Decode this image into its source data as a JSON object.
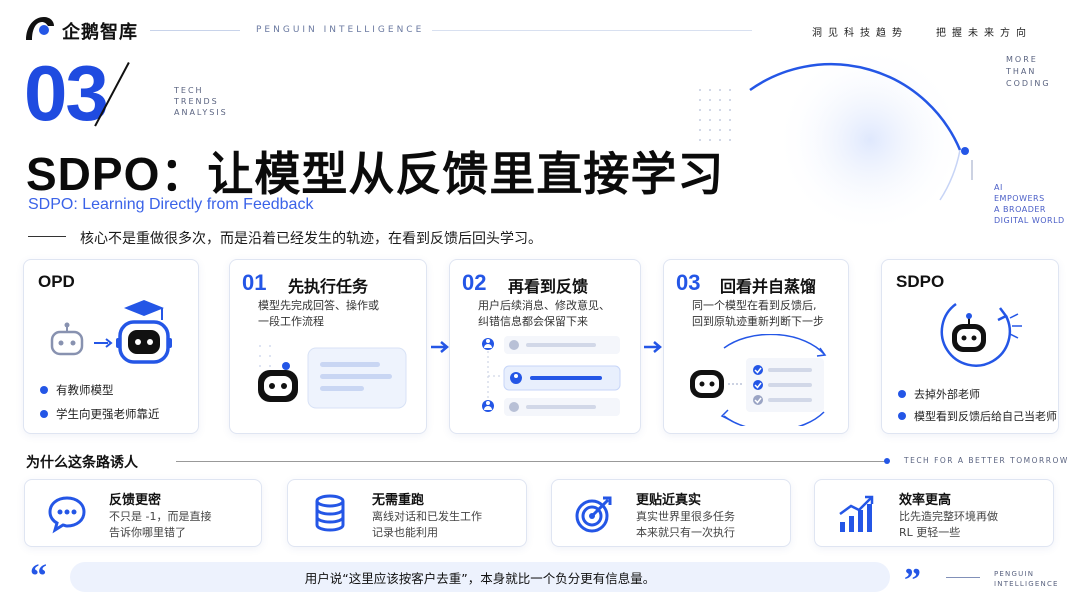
{
  "header": {
    "logo_text": "企鹅智库",
    "brand_en": "PENGUIN INTELLIGENCE",
    "slogan_left": "洞见科技趋势",
    "slogan_right": "把握未来方向",
    "more_lines": [
      "MORE",
      "THAN",
      "CODING"
    ],
    "ai_lines": [
      "AI",
      "EMPOWERS",
      "A BROADER",
      "DIGITAL WORLD"
    ]
  },
  "hero": {
    "number": "03",
    "tech_lines": [
      "TECH",
      "TRENDS",
      "ANALYSIS"
    ],
    "title": "SDPO：让模型从反馈里直接学习",
    "subtitle_en": "SDPO: Learning Directly from Feedback",
    "core": "核心不是重做很多次，而是沿着已经发生的轨迹，在看到反馈后回头学习。"
  },
  "opd": {
    "title": "OPD",
    "bullets": [
      "有教师模型",
      "学生向更强老师靠近"
    ]
  },
  "steps": [
    {
      "num": "01",
      "title": "先执行任务",
      "desc_lines": [
        "模型先完成回答、操作或",
        "一段工作流程"
      ]
    },
    {
      "num": "02",
      "title": "再看到反馈",
      "desc_lines": [
        "用户后续消息、修改意见、",
        "纠错信息都会保留下来"
      ]
    },
    {
      "num": "03",
      "title": "回看并自蒸馏",
      "desc_lines": [
        "同一个模型在看到反馈后,",
        "回到原轨迹重新判断下一步"
      ]
    }
  ],
  "sdpo": {
    "title": "SDPO",
    "bullets": [
      "去掉外部老师",
      "模型看到反馈后给自己当老师"
    ]
  },
  "why": {
    "title": "为什么这条路诱人",
    "tag": "TECH FOR A BETTER TOMORROW",
    "features": [
      {
        "icon": "chat-bubble-icon",
        "title": "反馈更密",
        "desc_lines": [
          "不只是 -1，而是直接",
          "告诉你哪里错了"
        ]
      },
      {
        "icon": "database-icon",
        "title": "无需重跑",
        "desc_lines": [
          "离线对话和已发生工作",
          "记录也能利用"
        ]
      },
      {
        "icon": "target-icon",
        "title": "更贴近真实",
        "desc_lines": [
          "真实世界里很多任务",
          "本来就只有一次执行"
        ]
      },
      {
        "icon": "bar-chart-icon",
        "title": "效率更高",
        "desc_lines": [
          "比先造完整环境再做",
          "RL 更轻一些"
        ]
      }
    ]
  },
  "quote": {
    "open": "“",
    "close": "”",
    "text": "用户说“这里应该按客户去重”，本身就比一个负分更有信息量。",
    "brand_lines": [
      "PENGUIN",
      "INTELLIGENCE"
    ]
  },
  "colors": {
    "accent": "#2456e6",
    "text": "#111111",
    "quote_bg": "#edf2fd"
  }
}
